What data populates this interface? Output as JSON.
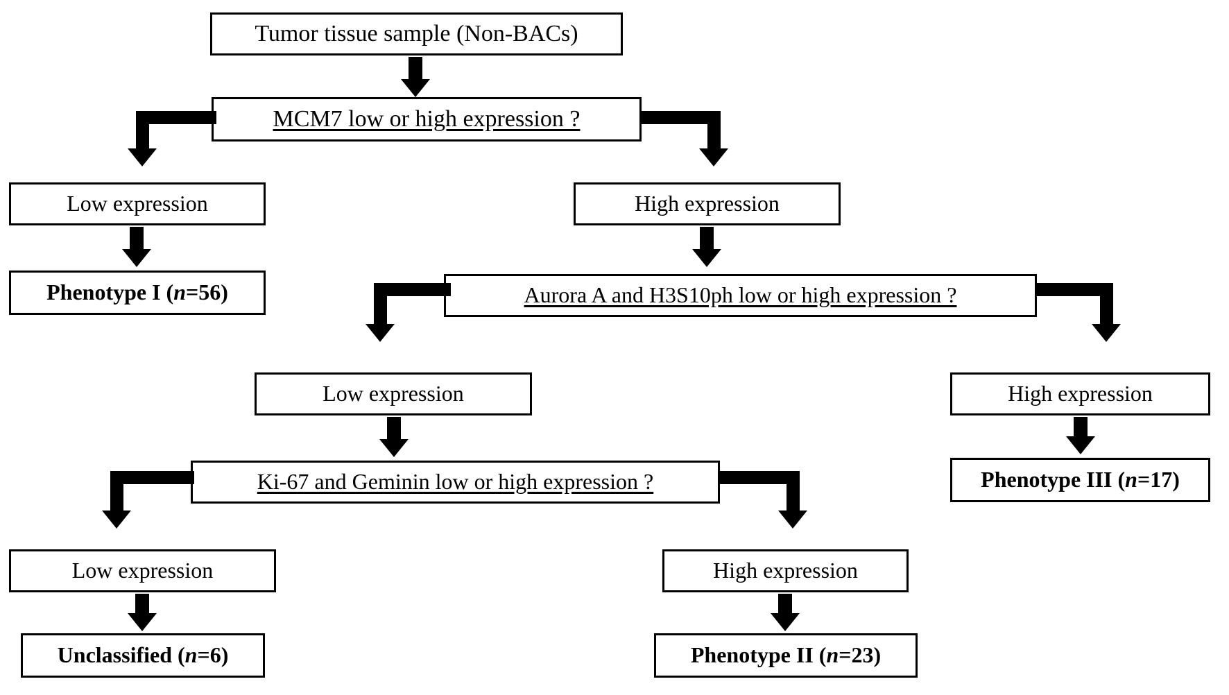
{
  "figure": {
    "type": "flowchart",
    "orientation": "top-down",
    "line_color": "#000000",
    "box_fill": "#ffffff",
    "arrow_color": "#000000"
  },
  "nodes": {
    "root": {
      "label": "Tumor tissue sample (Non-BACs)",
      "kind": "start"
    },
    "decision_mcm7": {
      "label": "MCM7 low or high expression ?",
      "kind": "decision"
    },
    "mcm7_low": {
      "label": "Low expression",
      "kind": "branch"
    },
    "mcm7_high": {
      "label": "High expression",
      "kind": "branch"
    },
    "phenotype_1": {
      "label_bold": "Phenotype I (",
      "label_italic": "n",
      "label_tail": "=56)",
      "full": "Phenotype I (n=56)",
      "kind": "terminal",
      "n": 56
    },
    "decision_aurora": {
      "label": "Aurora A and H3S10ph low or high expression ?",
      "kind": "decision"
    },
    "aurora_low": {
      "label": "Low expression",
      "kind": "branch"
    },
    "aurora_high": {
      "label": "High expression",
      "kind": "branch"
    },
    "phenotype_3": {
      "label_bold": "Phenotype III (",
      "label_italic": "n",
      "label_tail": "=17)",
      "full": "Phenotype III (n=17)",
      "kind": "terminal",
      "n": 17
    },
    "decision_ki67": {
      "label": "Ki-67 and Geminin low or high expression ?",
      "kind": "decision"
    },
    "ki67_low": {
      "label": "Low expression",
      "kind": "branch"
    },
    "ki67_high": {
      "label": "High expression",
      "kind": "branch"
    },
    "unclassified": {
      "label_bold": "Unclassified (",
      "label_italic": "n",
      "label_tail": "=6)",
      "full": "Unclassified (n=6)",
      "kind": "terminal",
      "n": 6
    },
    "phenotype_2": {
      "label_bold": "Phenotype II (",
      "label_italic": "n",
      "label_tail": "=23)",
      "full": "Phenotype II (n=23)",
      "kind": "terminal",
      "n": 23
    }
  }
}
